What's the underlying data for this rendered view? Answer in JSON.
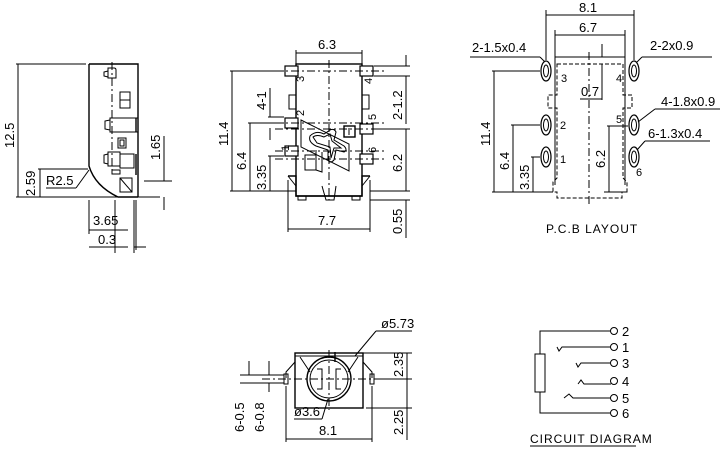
{
  "side_view": {
    "dims": {
      "height_total": "12.5",
      "radius": "R2.5",
      "r_offset": "2.59",
      "right_height": "1.65",
      "width_a": "3.65",
      "width_b": "0.3"
    }
  },
  "front_view": {
    "dims": {
      "top_width": "6.3",
      "height_total": "11.4",
      "pin_pitch_left": "4-1",
      "left_mid": "6.4",
      "left_low": "3.35",
      "right_top": "2-1.2",
      "right_mid": "6.2",
      "bottom_width": "7.7",
      "bottom_offset": "0.55"
    },
    "pins": [
      "3",
      "2",
      "1",
      "4",
      "5",
      "6"
    ]
  },
  "pcb_layout": {
    "title": "P.C.B LAYOUT",
    "dims": {
      "outer_width": "8.1",
      "inner_width": "6.7",
      "top_offset": "0.7",
      "height_total": "11.4",
      "left_mid": "6.4",
      "left_low": "3.35",
      "right_mid": "6.2"
    },
    "pad_callouts": {
      "top_left": "2-1.5x0.4",
      "top_right": "2-2x0.9",
      "mid_right": "4-1.8x0.9",
      "low_right": "6-1.3x0.4"
    },
    "pins": [
      "3",
      "2",
      "1",
      "4",
      "5",
      "6"
    ]
  },
  "bottom_view": {
    "dims": {
      "outer_dia": "ø5.73",
      "inner_dia": "ø3.6",
      "width": "8.1",
      "pin_a": "6-0.5",
      "pin_b": "6-0.8",
      "upper_height": "2.35",
      "lower_height": "2.25"
    }
  },
  "circuit_diagram": {
    "title": "CIRCUIT DIAGRAM",
    "terminals": [
      "2",
      "1",
      "3",
      "4",
      "5",
      "6"
    ]
  }
}
